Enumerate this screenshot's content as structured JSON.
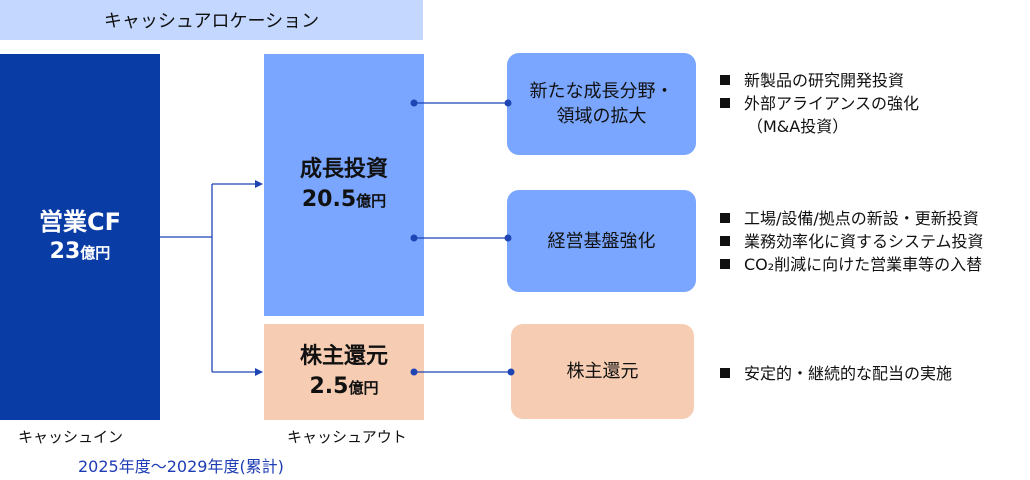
{
  "header": {
    "title": "キャッシュアロケーション"
  },
  "cash_in": {
    "title": "営業CF",
    "amount": "23",
    "unit": "億円",
    "caption": "キャッシュイン"
  },
  "cash_out": {
    "caption": "キャッシュアウト",
    "growth": {
      "title": "成長投資",
      "amount": "20.5",
      "unit": "億円"
    },
    "shareholder": {
      "title": "株主還元",
      "amount": "2.5",
      "unit": "億円"
    }
  },
  "categories": [
    {
      "lines": [
        "新たな成長分野・",
        "領域の拡大"
      ],
      "bullets": [
        "新製品の研究開発投資",
        "外部アライアンスの強化"
      ],
      "continuation": "（M&A投資）"
    },
    {
      "lines": [
        "経営基盤強化"
      ],
      "bullets": [
        "工場/設備/拠点の新設・更新投資",
        "業務効率化に資するシステム投資",
        "CO₂削減に向けた営業車等の入替"
      ]
    },
    {
      "lines": [
        "株主還元"
      ],
      "bullets": [
        "安定的・継続的な配当の実施"
      ]
    }
  ],
  "period": "2025年度～2029年度(累計)",
  "colors": {
    "header_band": "#c3d7ff",
    "cash_in_box": "#0a3ca6",
    "growth": "#7aa6ff",
    "shareholder": "#f6cdb2",
    "connector": "#1f44b4",
    "period_text": "#1e3cb4"
  }
}
